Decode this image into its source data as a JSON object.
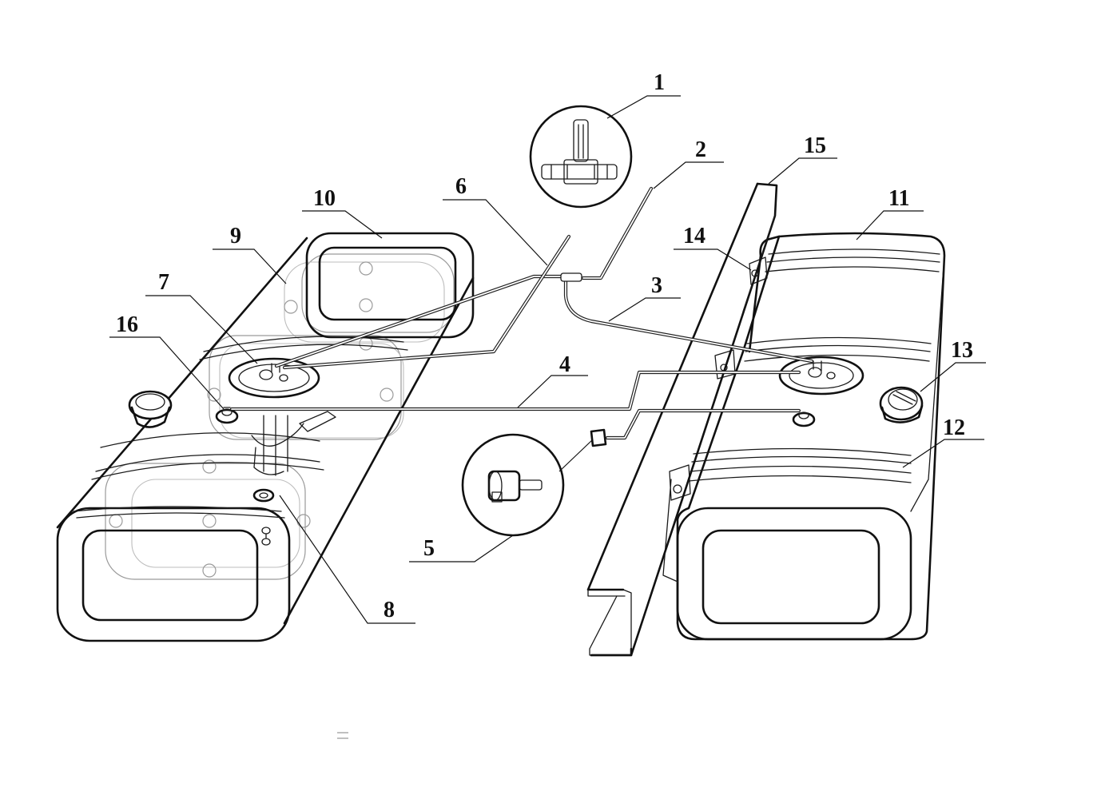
{
  "callouts": [
    {
      "id": "1",
      "label": "1"
    },
    {
      "id": "2",
      "label": "2"
    },
    {
      "id": "3",
      "label": "3"
    },
    {
      "id": "4",
      "label": "4"
    },
    {
      "id": "5",
      "label": "5"
    },
    {
      "id": "6",
      "label": "6"
    },
    {
      "id": "7",
      "label": "7"
    },
    {
      "id": "8",
      "label": "8"
    },
    {
      "id": "9",
      "label": "9"
    },
    {
      "id": "10",
      "label": "10"
    },
    {
      "id": "11",
      "label": "11"
    },
    {
      "id": "12",
      "label": "12"
    },
    {
      "id": "13",
      "label": "13"
    },
    {
      "id": "14",
      "label": "14"
    },
    {
      "id": "15",
      "label": "15"
    },
    {
      "id": "16",
      "label": "16"
    }
  ],
  "colors": {
    "ink": "#111111",
    "ghost": "#9a9a9a",
    "background": "#ffffff"
  }
}
